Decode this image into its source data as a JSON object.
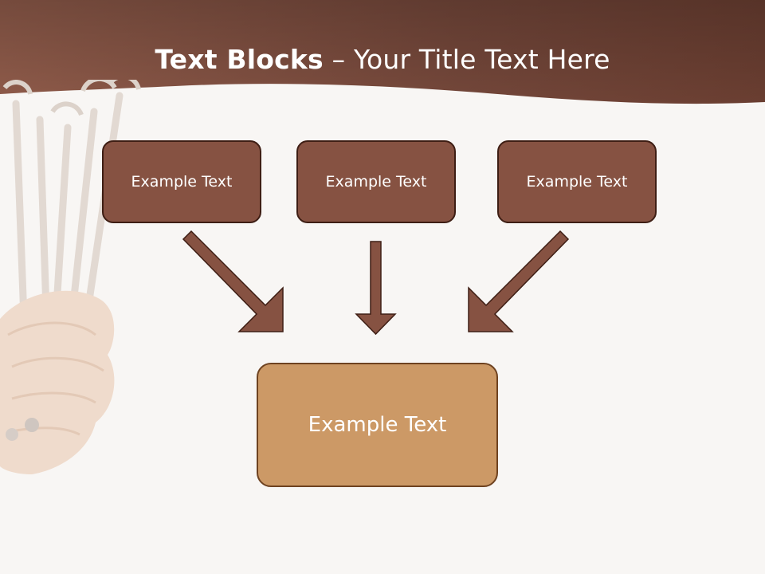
{
  "title": {
    "bold": "Text Blocks",
    "separator": " – ",
    "rest": "Your Title Text Here"
  },
  "blocks": {
    "left": "Example Text",
    "center": "Example Text",
    "right": "Example Text",
    "result": "Example Text"
  },
  "colors": {
    "header_dark": "#5a3428",
    "header_light": "#8a5848",
    "box_fill": "#865242",
    "box_border": "#3e1e14",
    "result_fill": "#cc9966",
    "arrow_fill": "#865242"
  }
}
